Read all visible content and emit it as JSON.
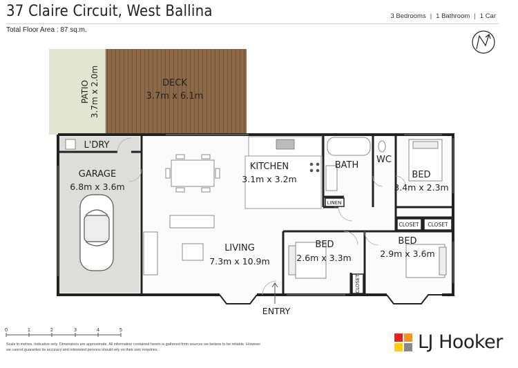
{
  "header": {
    "address": "37 Claire Circuit, West Ballina",
    "floor_area": "Total Floor Area : 87 sq.m.",
    "specs": [
      "3 Bedrooms",
      "1 Bathroom",
      "1 Car"
    ]
  },
  "rooms": {
    "patio": {
      "name": "PATIO",
      "size": "3.7m x 2.0m"
    },
    "deck": {
      "name": "DECK",
      "size": "3.7m x 6.1m"
    },
    "laundry": {
      "name": "L'DRY"
    },
    "garage": {
      "name": "GARAGE",
      "size": "6.8m x 3.6m"
    },
    "kitchen": {
      "name": "KITCHEN",
      "size": "3.1m x 3.2m"
    },
    "bath": {
      "name": "BATH"
    },
    "wc": {
      "name": "WC"
    },
    "bed1": {
      "name": "BED",
      "size": "3.4m x 2.3m"
    },
    "linen": {
      "name": "LINEN"
    },
    "closet1": {
      "name": "CLOSET"
    },
    "closet2": {
      "name": "CLOSET"
    },
    "living": {
      "name": "LIVING",
      "size": "7.3m x 10.9m"
    },
    "bed2": {
      "name": "BED",
      "size": "2.6m x 3.3m"
    },
    "bed3": {
      "name": "BED",
      "size": "2.9m x 3.6m"
    },
    "closet3": {
      "name": "CLOSET"
    },
    "entry": {
      "name": "ENTRY"
    }
  },
  "scale": {
    "ticks": [
      "0",
      "1",
      "2",
      "3",
      "4",
      "5"
    ]
  },
  "compass": {
    "label": "N",
    "icon": "north-arrow-icon"
  },
  "disclaimer": "Scale in metres. Indicative only. Dimensions are approximate. All information contained herein is gathered from sources we believe to be reliable. However we cannot guarantee its accuracy and interested persons should rely on their own enquiries.",
  "brand": {
    "name": "LJ Hooker",
    "logo_colors": [
      "#e2231a",
      "#f7931e",
      "#ffcd00",
      "#888888"
    ]
  },
  "colors": {
    "deck": "#8b6a4a",
    "patio": "#dfe3cf",
    "garage": "#dedfdb",
    "wall": "#222222"
  }
}
